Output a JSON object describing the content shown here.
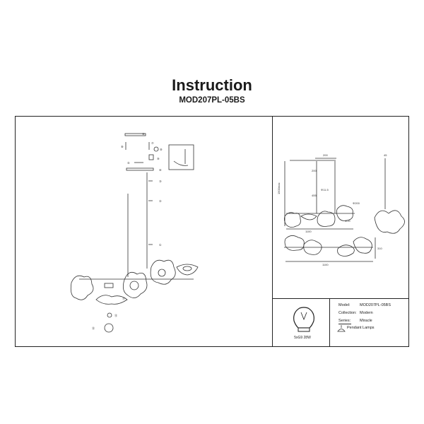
{
  "header": {
    "title": "Instruction",
    "model_code": "MOD207PL-05BS"
  },
  "bulb": {
    "caption": "5xG9 28W",
    "icon": "light-bulb-icon"
  },
  "spec_table": {
    "model_label": "Model:",
    "model_value": "MOD207PL-05BS",
    "collection_label": "Collection:",
    "collection_value": "Modern",
    "series_label": "Series:",
    "series_value": "Miracle",
    "type_value": "Pendant Lamps"
  },
  "assembly": {
    "step_labels": [
      "⑥",
      "⑧",
      "⑦",
      "⑩",
      "⑨",
      "⑤",
      "④",
      "③",
      "②",
      "①",
      "⑪",
      "⑫",
      "⑬"
    ]
  },
  "dimensions": {
    "width_top": "200",
    "height_drop": "1500max",
    "rod_small": "200",
    "rod_mid": "455",
    "dia_small": "Φ11.5",
    "dia_bulb": "Φ200",
    "width_main": "1100",
    "width_bottom": "1100",
    "depth": "310",
    "shade_small": "Φ19",
    "height_side": "45"
  },
  "colors": {
    "line": "#333333",
    "frame": "#222222"
  }
}
